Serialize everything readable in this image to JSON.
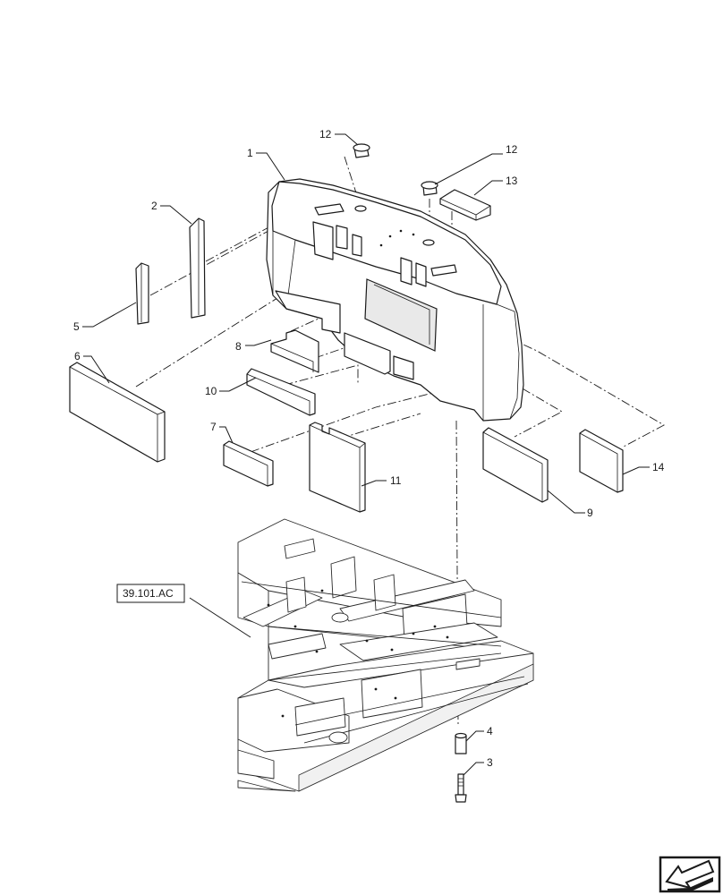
{
  "callouts": {
    "c1": "1",
    "c2": "2",
    "c3": "3",
    "c4": "4",
    "c5": "5",
    "c6": "6",
    "c7": "7",
    "c8": "8",
    "c9": "9",
    "c10": "10",
    "c11": "11",
    "c12a": "12",
    "c12b": "12",
    "c13": "13",
    "c14": "14"
  },
  "reference": {
    "label": "39.101.AC"
  },
  "nav": {
    "icon": "previous-page-arrow-icon"
  }
}
